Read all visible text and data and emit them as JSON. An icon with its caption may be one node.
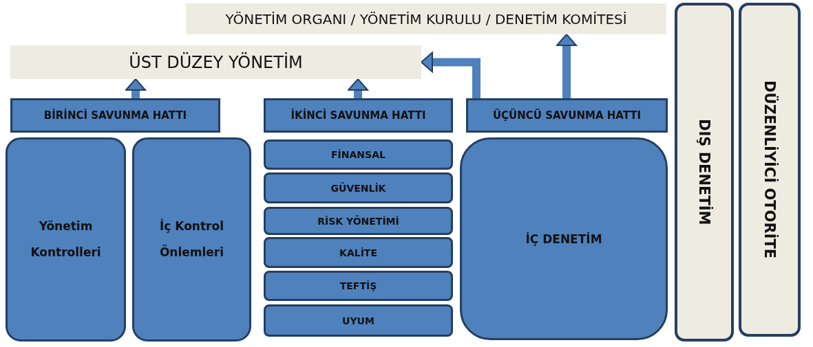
{
  "diagram": {
    "nodes": [
      {
        "text": [
          "YÖNETİM ORGANI / YÖNETİM KURULU / DENETİM KOMİTESİ"
        ]
      },
      {
        "text": [
          "ÜST DÜZEY YÖNETİM"
        ]
      },
      {
        "text": [
          "BİRİNCİ SAVUNMA HATTI"
        ]
      },
      {
        "text": [
          "İKİNCİ SAVUNMA HATTI"
        ]
      },
      {
        "text": [
          "ÜÇÜNCÜ SAVUNMA HATTI"
        ]
      },
      {
        "text": [
          "Yönetim Kontrolleri"
        ]
      },
      {
        "text": [
          "İç Kontrol Önlemleri"
        ]
      },
      {
        "text": [
          "FİNANSAL"
        ]
      },
      {
        "text": [
          "GÜVENLİK"
        ]
      },
      {
        "text": [
          "RİSK YÖNETİMİ"
        ]
      },
      {
        "text": [
          "KALİTE"
        ]
      },
      {
        "text": [
          "TEFTİŞ"
        ]
      },
      {
        "text": [
          "UYUM"
        ]
      },
      {
        "text": [
          "İÇ DENETİM"
        ]
      },
      {
        "text": [
          "DIŞ DENETİM"
        ]
      },
      {
        "text": [
          "DÜZENLİYİCİ OTORİTE"
        ]
      }
    ],
    "edges": [
      {
        "from": 2,
        "to": 1,
        "arrow": "to"
      },
      {
        "from": 3,
        "to": 1,
        "arrow": "to"
      },
      {
        "from": 4,
        "to": 1,
        "arrow": "to"
      },
      {
        "from": 4,
        "to": 0,
        "arrow": "to"
      }
    ]
  }
}
